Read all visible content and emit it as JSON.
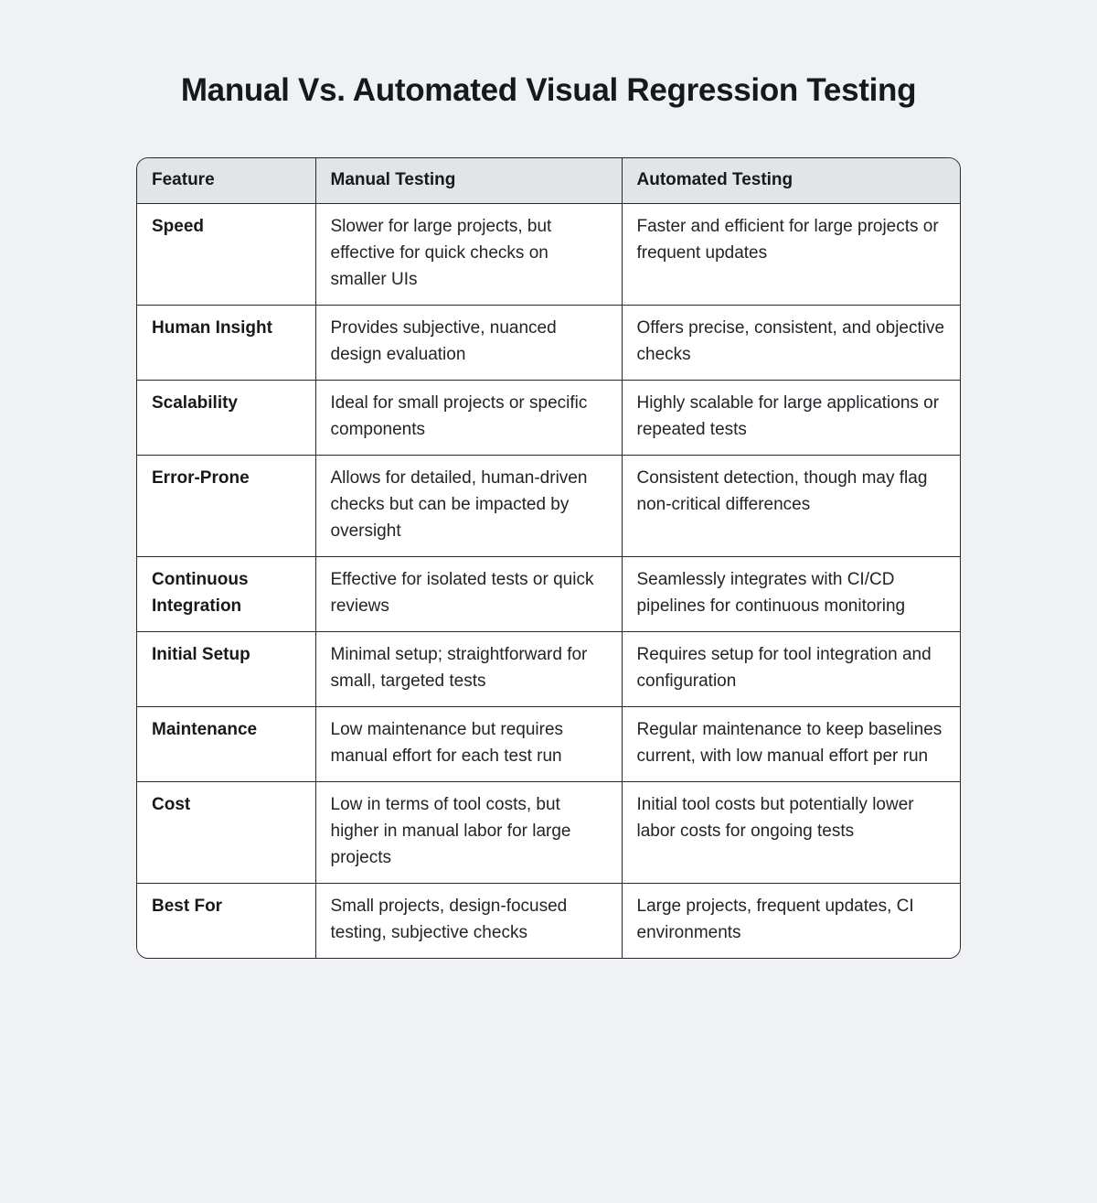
{
  "page": {
    "title": "Manual Vs. Automated Visual Regression Testing"
  },
  "colors": {
    "page_background": "#eff1f4",
    "table_header_bg": "#e2e4e7",
    "cell_bg": "#ffffff",
    "border": "#26282c",
    "text": "#1c1f23"
  },
  "chart_data": {
    "type": "table",
    "title": "Manual Vs. Automated Visual Regression Testing",
    "columns": [
      "Feature",
      "Manual Testing",
      "Automated Testing"
    ],
    "rows": [
      {
        "feature": "Speed",
        "manual": "Slower for large projects, but effective for quick checks on smaller UIs",
        "automated": "Faster and efficient for large projects or frequent updates"
      },
      {
        "feature": "Human Insight",
        "manual": "Provides subjective, nuanced design evaluation",
        "automated": "Offers precise, consistent, and objective checks"
      },
      {
        "feature": "Scalability",
        "manual": "Ideal for small projects or specific components",
        "automated": "Highly scalable for large applications or repeated tests"
      },
      {
        "feature": "Error-Prone",
        "manual": "Allows for detailed, human-driven checks but can be impacted by oversight",
        "automated": "Consistent detection, though may flag non-critical differences"
      },
      {
        "feature": "Continuous Integration",
        "manual": "Effective for isolated tests or quick reviews",
        "automated": "Seamlessly integrates with CI/CD pipelines for continuous monitoring"
      },
      {
        "feature": "Initial Setup",
        "manual": "Minimal setup; straightforward for small, targeted tests",
        "automated": "Requires setup for tool integration and configuration"
      },
      {
        "feature": "Maintenance",
        "manual": "Low maintenance but requires manual effort for each test run",
        "automated": "Regular maintenance to keep baselines current, with low manual effort per run"
      },
      {
        "feature": "Cost",
        "manual": "Low in terms of tool costs, but higher in manual labor for large projects",
        "automated": "Initial tool costs but potentially lower labor costs for ongoing tests"
      },
      {
        "feature": "Best For",
        "manual": "Small projects, design-focused testing, subjective checks",
        "automated": "Large projects, frequent updates, CI environments"
      }
    ]
  }
}
